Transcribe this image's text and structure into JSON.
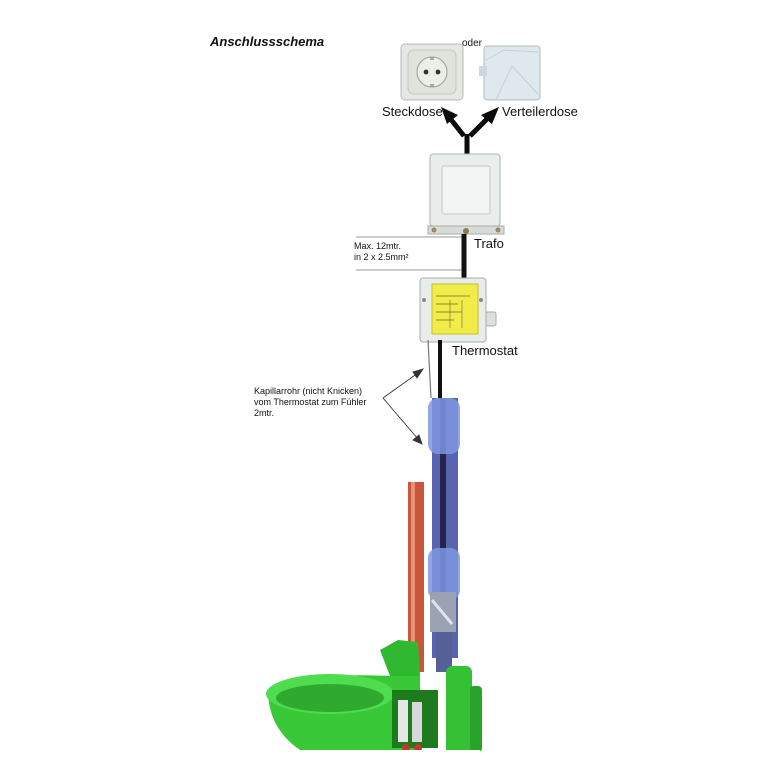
{
  "title": "Anschlussschema",
  "or_label": "oder",
  "socket_label": "Steckdose",
  "junction_box_label": "Verteilerdose",
  "transformer_label": "Trafo",
  "cable_note": "Max. 12mtr.\nin 2 x 2.5mm²",
  "thermostat_label": "Thermostat",
  "capillary_note": "Kapillarrohr (nicht Knicken)\nvom Thermostat zum Fühler\n2mtr.",
  "colors": {
    "bowl_green": "#3ccc3c",
    "label_yellow": "#f2ec4a",
    "enclosure_grey": "#e6ebea",
    "cable_black": "#111111",
    "copper_pipe": "#c8563a",
    "sleeve_blue": "#6f86d6"
  }
}
